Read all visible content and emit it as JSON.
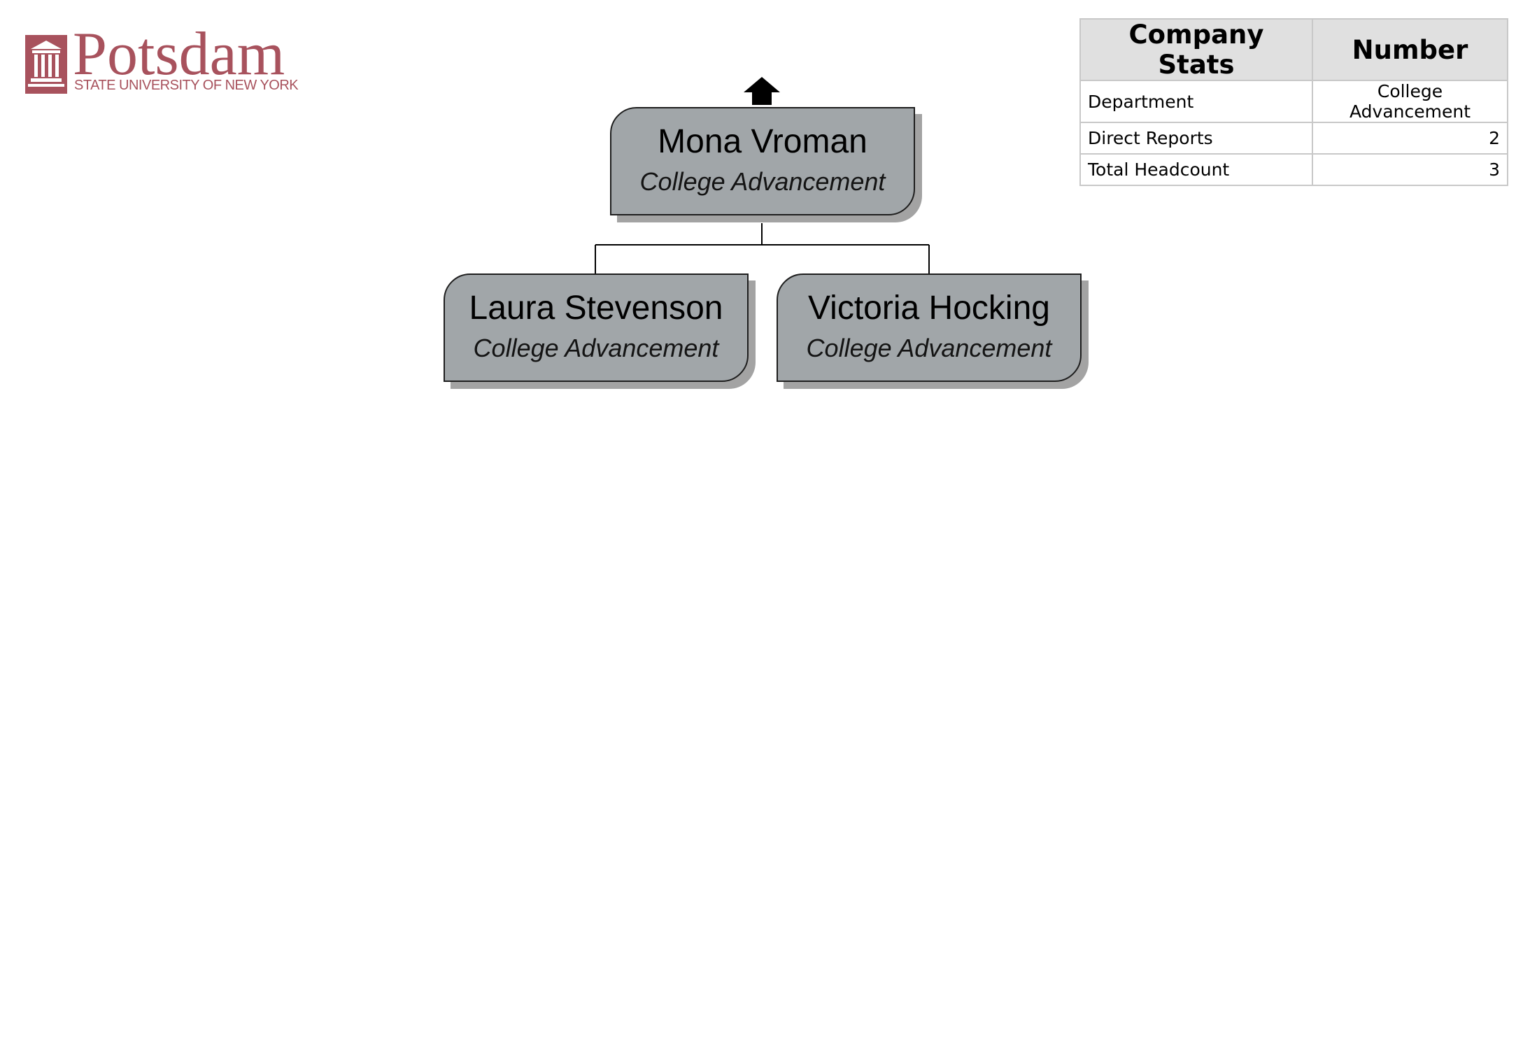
{
  "logo": {
    "wordmark": "Potsdam",
    "tagline": "STATE UNIVERSITY OF NEW YORK",
    "color": "#a8525d"
  },
  "stats": {
    "headers": [
      "Company Stats",
      "Number"
    ],
    "rows": [
      {
        "label": "Department",
        "value": "College Advancement"
      },
      {
        "label": "Direct Reports",
        "value": "2"
      },
      {
        "label": "Total Headcount",
        "value": "3"
      }
    ]
  },
  "org": {
    "up_icon": "up-arrow-icon",
    "manager": {
      "name": "Mona Vroman",
      "department": "College Advancement"
    },
    "reports": [
      {
        "name": "Laura Stevenson",
        "department": "College Advancement"
      },
      {
        "name": "Victoria Hocking",
        "department": "College Advancement"
      }
    ],
    "node_fill": "#a1a6a9",
    "shadow_fill": "#a3a3a3"
  }
}
